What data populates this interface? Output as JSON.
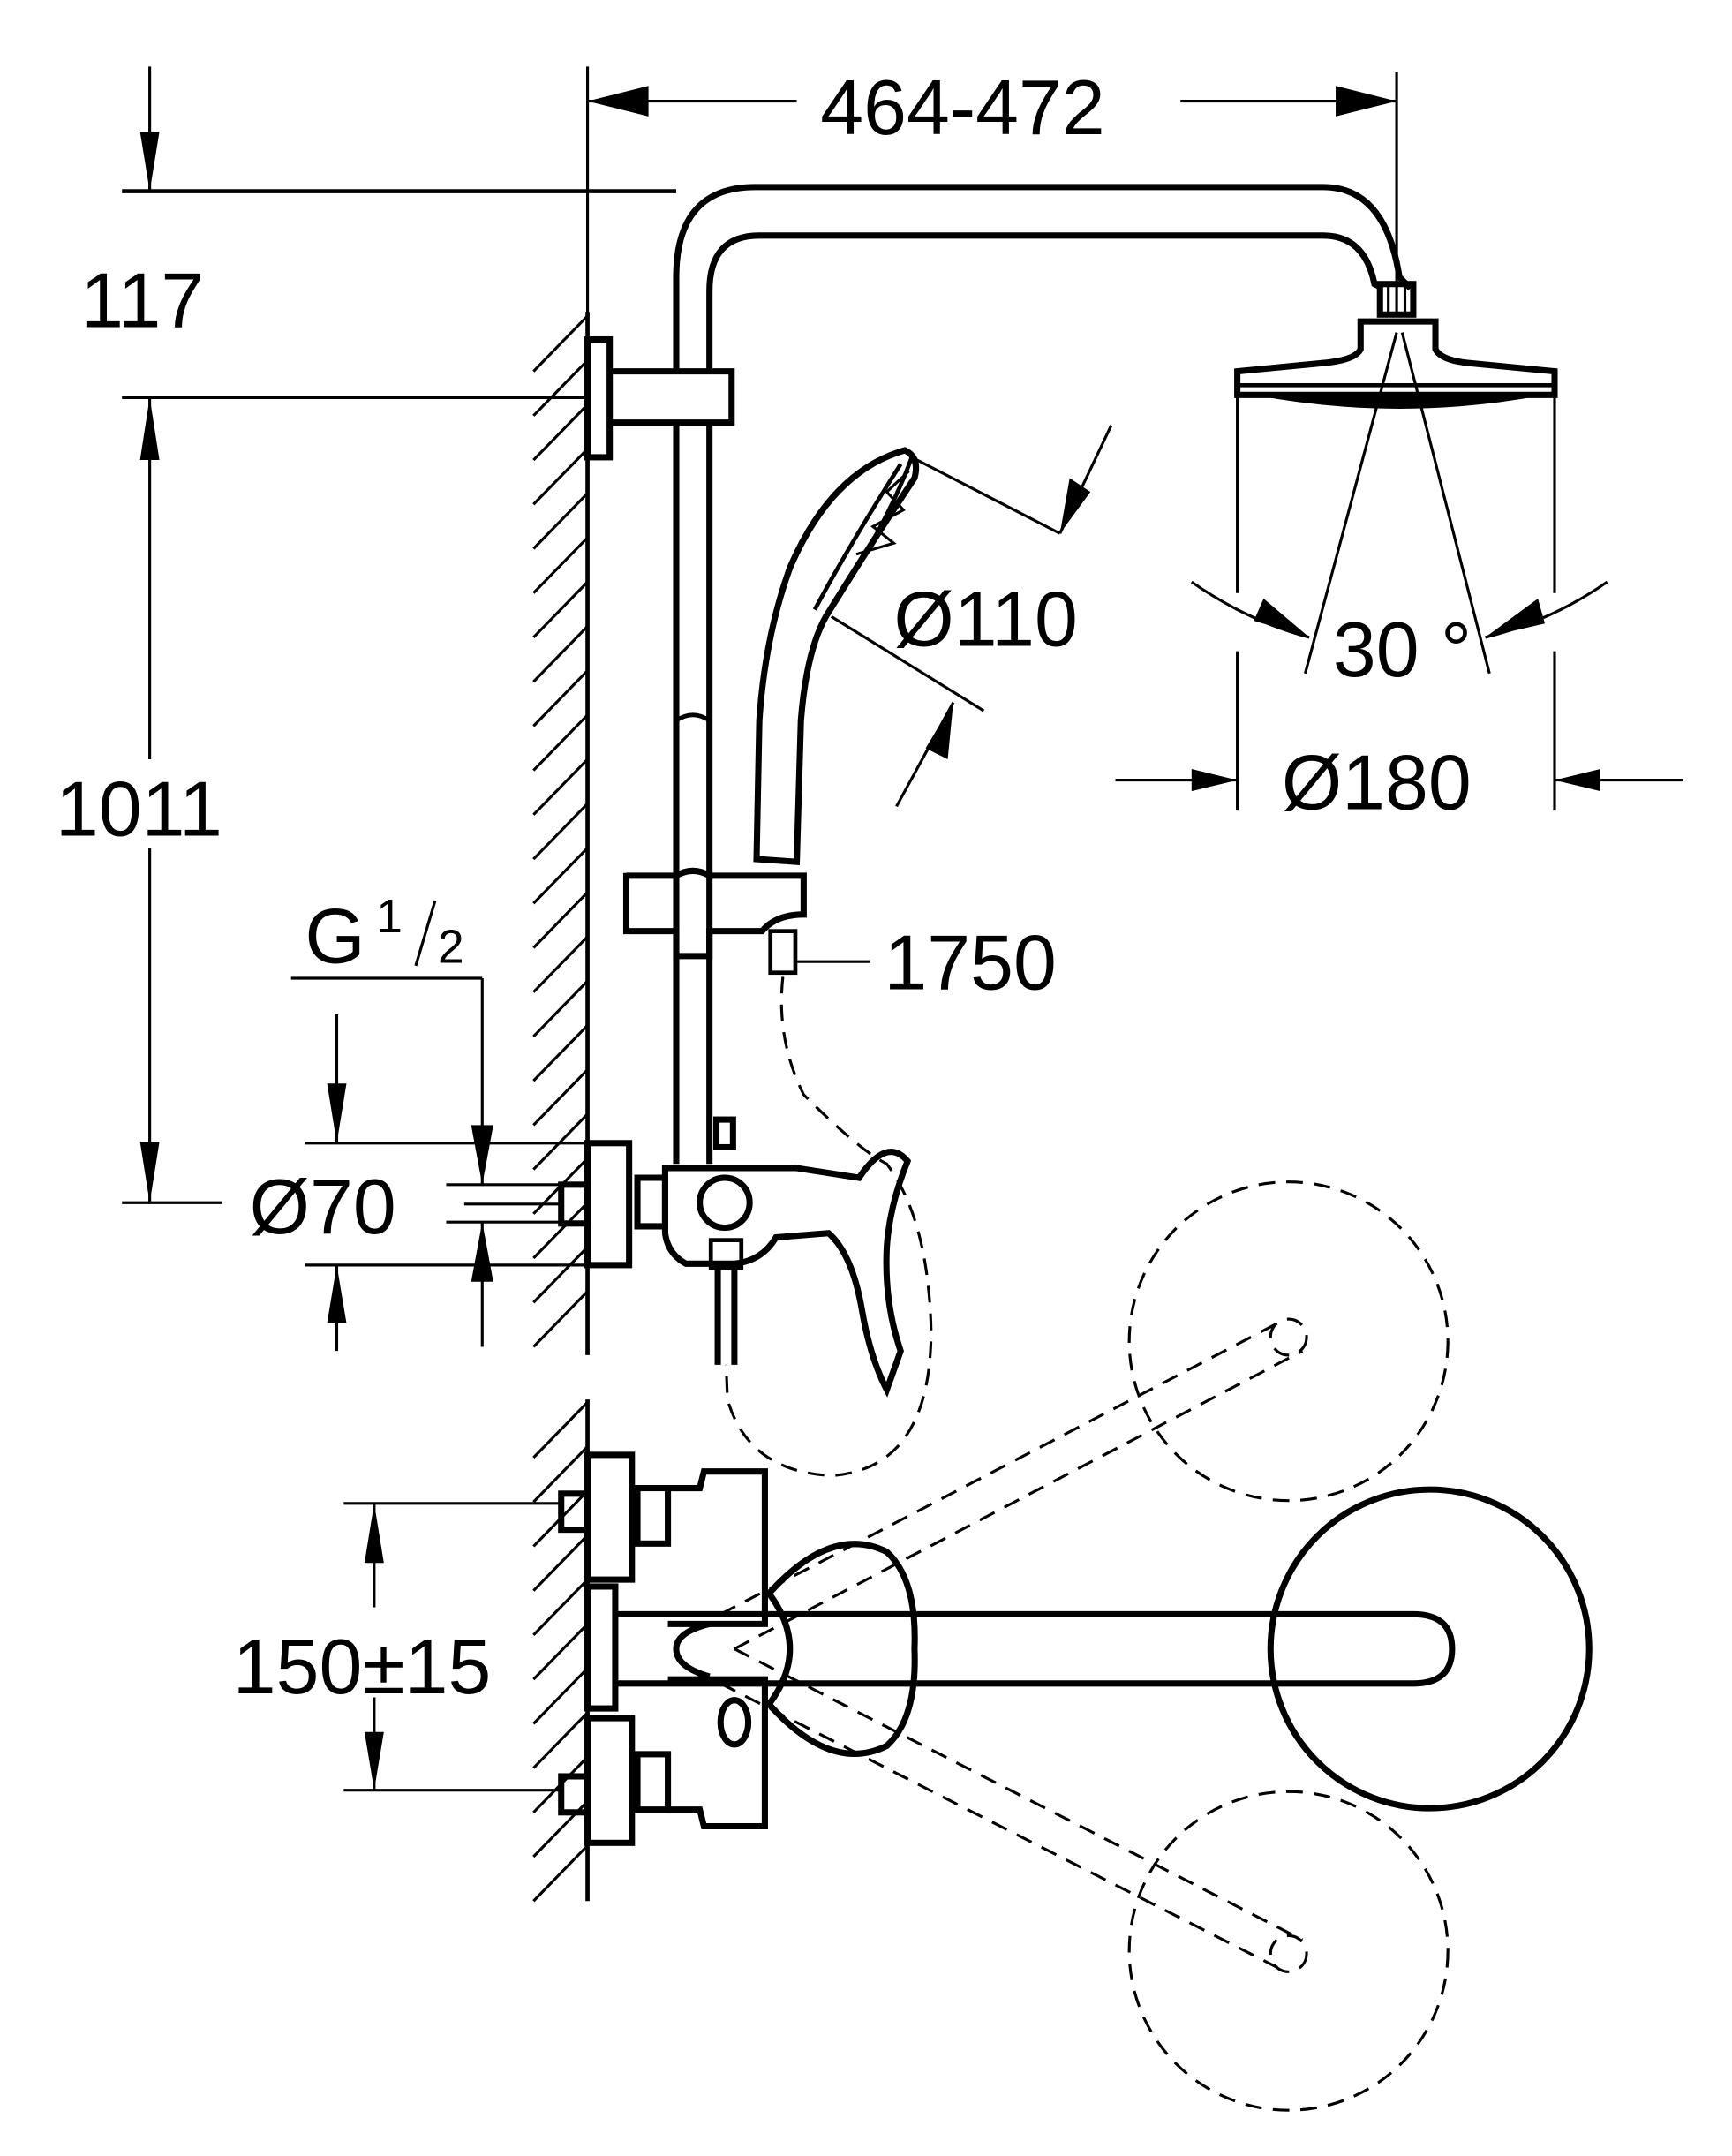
{
  "drawing": {
    "title": "Shower system dimension drawing",
    "line_color": "#000000",
    "background": "#ffffff",
    "dimensions": {
      "arm_projection": "464-472",
      "head_drop": "117",
      "bracket_to_inlet": "1011",
      "connection_thread": "G",
      "thread_num": "1",
      "thread_den": "2",
      "escutcheon_diameter": "Ø70",
      "hand_shower_diameter": "Ø110",
      "hose_length": "1750",
      "spray_angle": "30 °",
      "head_shower_diameter": "Ø180",
      "inlet_centers": "150±15"
    }
  }
}
